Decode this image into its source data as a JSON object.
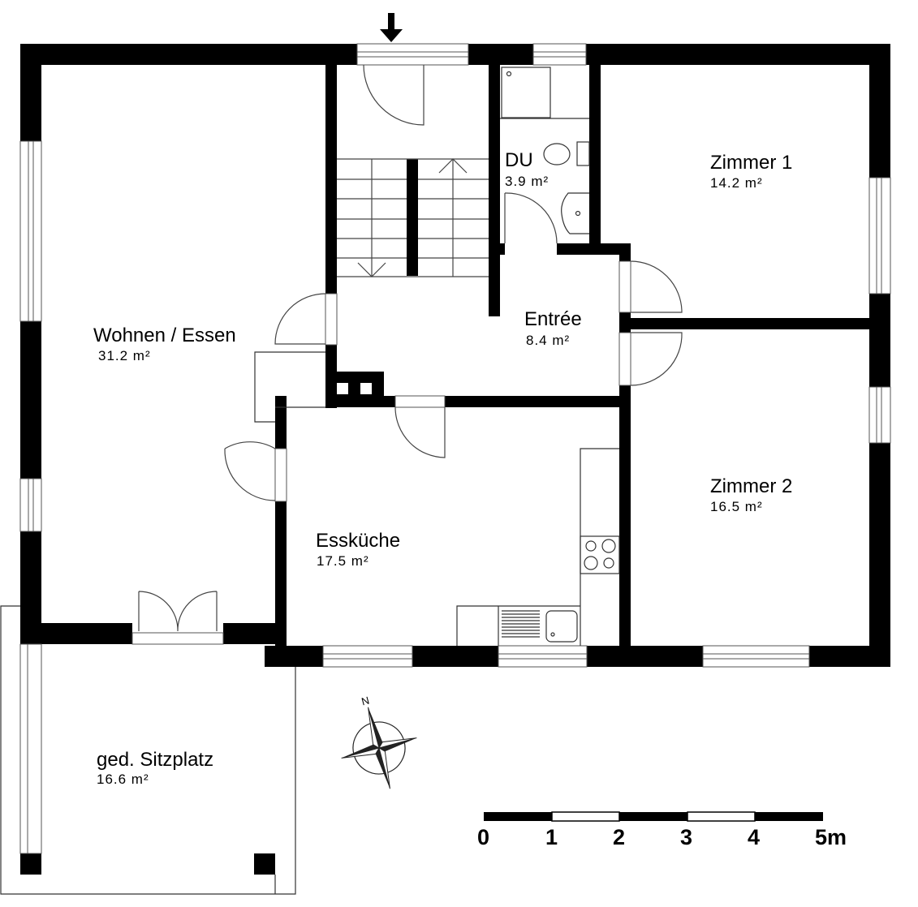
{
  "plan": {
    "title": "Floor plan",
    "rooms": [
      {
        "id": "wohnen",
        "name": "Wohnen / Essen",
        "area": "31.2 m²"
      },
      {
        "id": "du",
        "name": "DU",
        "area": "3.9 m²"
      },
      {
        "id": "zimmer1",
        "name": "Zimmer 1",
        "area": "14.2 m²"
      },
      {
        "id": "entree",
        "name": "Entrée",
        "area": "8.4 m²"
      },
      {
        "id": "esskueche",
        "name": "Essküche",
        "area": "17.5 m²"
      },
      {
        "id": "zimmer2",
        "name": "Zimmer 2",
        "area": "16.5 m²"
      },
      {
        "id": "sitzplatz",
        "name": "ged. Sitzplatz",
        "area": "16.6 m²"
      }
    ],
    "compass": {
      "north_label": "N"
    },
    "scale_bar": {
      "ticks": [
        "0",
        "1",
        "2",
        "3",
        "4",
        "5m"
      ],
      "unit": "m",
      "length_m": 5
    },
    "entrance_icon": "arrow-down-icon"
  }
}
